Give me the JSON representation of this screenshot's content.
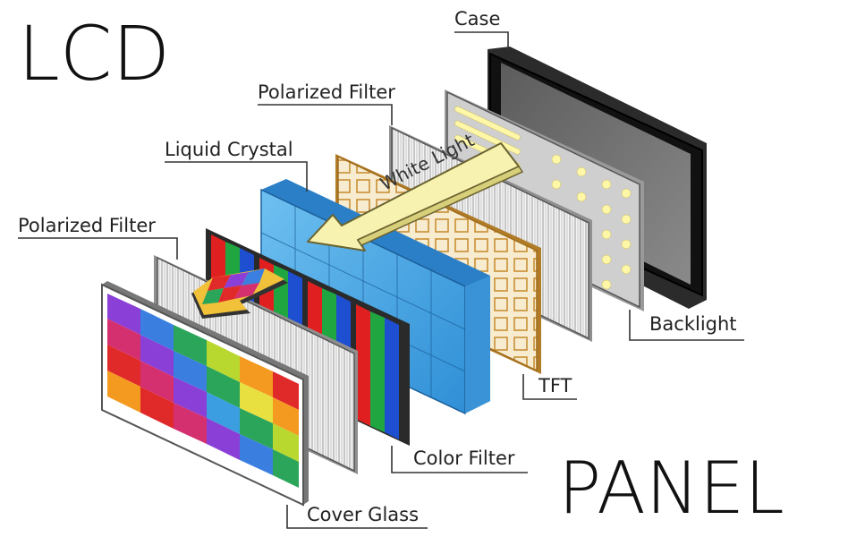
{
  "title_top": "LCD",
  "title_bottom": "PANEL",
  "layers": {
    "case": "Case",
    "polarized_filter_back": "Polarized Filter",
    "liquid_crystal": "Liquid Crystal",
    "polarized_filter_front": "Polarized Filter",
    "backlight": "Backlight",
    "tft": "TFT",
    "color_filter": "Color Filter",
    "cover_glass": "Cover Glass"
  },
  "arrow_label": "White Light",
  "colors": {
    "case_frame": "#111111",
    "case_screen": "#6e6e6e",
    "backlight_panel": "#c8c8c8",
    "backlight_dots": "#fff7a8",
    "polarizer": "#eeeeee",
    "tft_gold": "#d9a84a",
    "liquid_crystal_blue": "#4aa3e0",
    "color_filter_red": "#e02020",
    "color_filter_green": "#1fa640",
    "color_filter_blue": "#1e4fd0",
    "arrow_fill": "#f7f2b0"
  }
}
